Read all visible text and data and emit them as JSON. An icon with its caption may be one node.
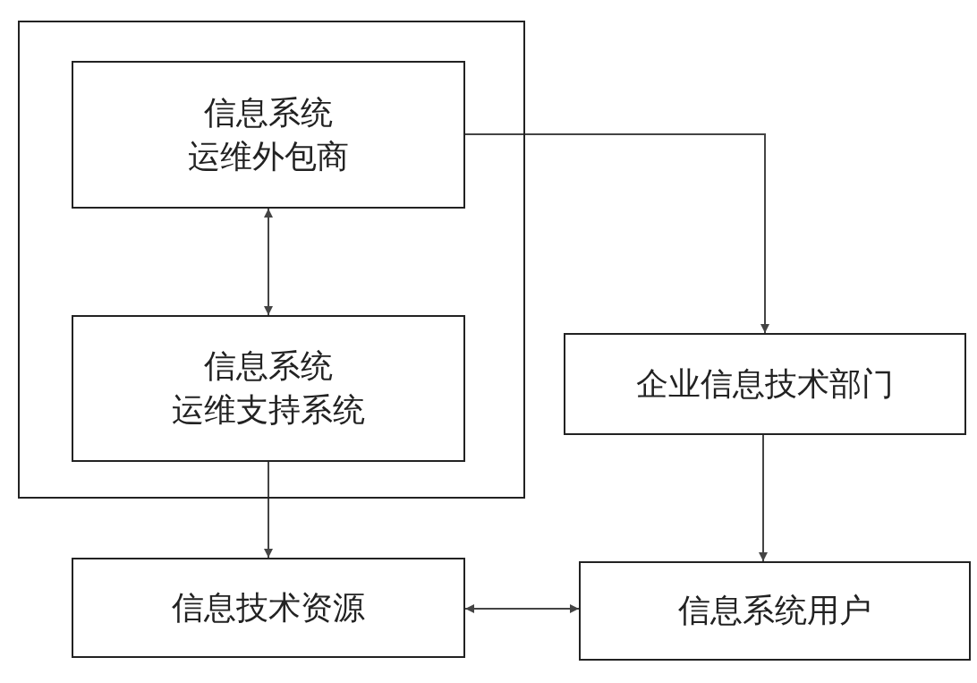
{
  "diagram": {
    "nodes": [
      {
        "text": [],
        "shape": "box"
      },
      {
        "text": [
          "信息系统",
          "运维外包商"
        ],
        "in": 0
      },
      {
        "text": [
          "信息系统",
          "运维支持系统"
        ],
        "in": 0
      },
      {
        "text": [
          "企业信息技术部门"
        ]
      },
      {
        "text": [
          "信息技术资源"
        ]
      },
      {
        "text": [
          "信息系统用户"
        ]
      }
    ],
    "edges": [
      {
        "from": 1,
        "to": 2,
        "arrow": "both"
      },
      {
        "from": 1,
        "to": 3,
        "arrow": "to"
      },
      {
        "from": 2,
        "to": 4,
        "arrow": "to"
      },
      {
        "from": 3,
        "to": 5,
        "arrow": "to"
      },
      {
        "from": 4,
        "to": 5,
        "arrow": "both"
      }
    ]
  }
}
